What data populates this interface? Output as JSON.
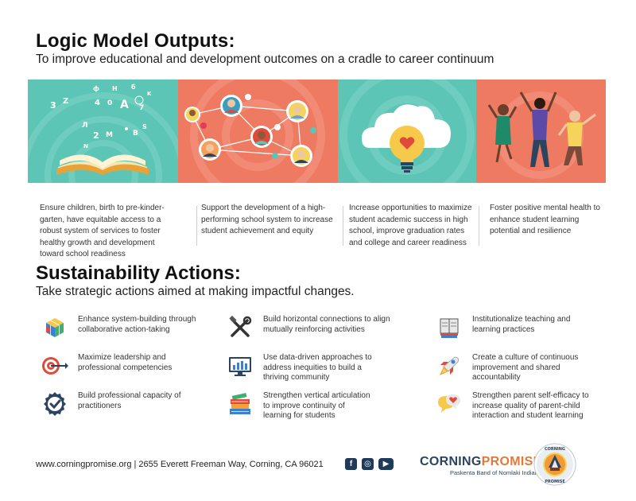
{
  "outputs": {
    "title": "Logic Model Outputs:",
    "subtitle": "To improve educational and development outcomes on a cradle to career continuum",
    "items": [
      "Ensure children, birth to pre-kinder-garten, have equitable access to a robust system of services to foster healthy growth and development toward school readiness",
      "Support the development of a high-performing school system to increase student achievement and equity",
      "Increase opportunities to maximize student academic success in high school, improve graduation rates and college and career readiness",
      "Foster positive mental health to enhance student learning potential and resilience"
    ]
  },
  "banner_letters": [
    "3",
    "Z",
    "ф",
    "H",
    "б",
    "K",
    "4",
    "0",
    "A",
    "7",
    "Л",
    "2",
    "M",
    "B",
    "N",
    "S"
  ],
  "actions": {
    "title": "Sustainability Actions:",
    "subtitle": "Take strategic actions aimed at making impactful changes.",
    "items": [
      {
        "icon": "cube-icon",
        "text": "Enhance system-building through collaborative action-taking"
      },
      {
        "icon": "tools-icon",
        "text": "Build horizontal connections to align mutually reinforcing activities"
      },
      {
        "icon": "books-icon",
        "text": "Institutionalize teaching and learning practices"
      },
      {
        "icon": "target-icon",
        "text": "Maximize leadership and professional competencies"
      },
      {
        "icon": "chart-monitor-icon",
        "text": "Use data-driven approaches to address inequities to build a thriving community"
      },
      {
        "icon": "rocket-icon",
        "text": "Create a culture of continuous improvement and shared accountability"
      },
      {
        "icon": "badge-check-icon",
        "text": "Build professional capacity of practitioners"
      },
      {
        "icon": "book-stack-icon",
        "text": "Strengthen vertical articulation to improve continuity of learning for students"
      },
      {
        "icon": "chat-heart-icon",
        "text": "Strengthen parent self-efficacy to increase quality of parent-child interaction and student learning"
      }
    ]
  },
  "footer": {
    "contact": "www.corningpromise.org | 2655 Everett Freeman Way, Corning, CA 96021",
    "social": [
      "f",
      "◎",
      "▶"
    ],
    "logo_part1": "CORNING",
    "logo_part2": "PROMISE",
    "logo_sub": "Paskenta Band of Nomlaki Indians",
    "seal_top": "CORNING",
    "seal_bottom": "PROMISE"
  },
  "colors": {
    "teal": "#5cc5b5",
    "coral": "#ee7a62",
    "navy": "#2b4460",
    "orange": "#e07a3a"
  }
}
